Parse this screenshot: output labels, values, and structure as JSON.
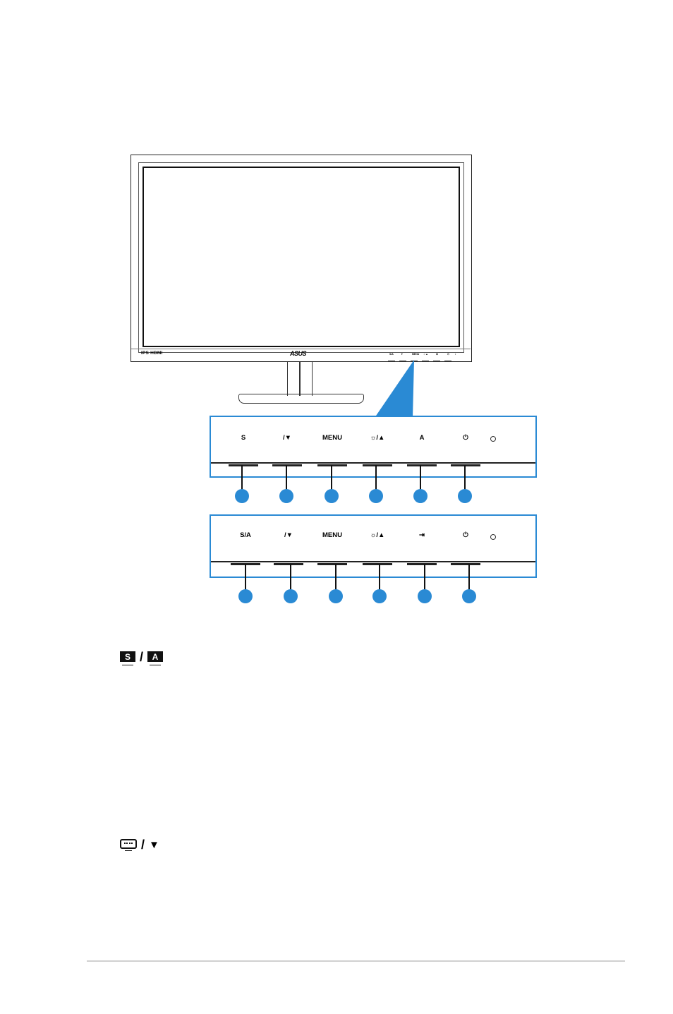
{
  "monitor": {
    "brand_left": "IPS HDMI",
    "logo": "ASUS",
    "tiny_buttons": [
      "S/A",
      "▼",
      "MENU",
      "☼▲",
      "⊕",
      "⏻",
      "•"
    ]
  },
  "panel_top": {
    "buttons": [
      "S",
      "/▼",
      "MENU",
      "☼/▲",
      "A",
      "⏻"
    ]
  },
  "panel_bottom": {
    "buttons": [
      "S/A",
      "/▼",
      "MENU",
      "☼/▲",
      "⇥",
      "⏻"
    ]
  },
  "legend": {
    "item1_s": "S",
    "item1_slash": "/",
    "item1_a": "A",
    "item2_slash": "/",
    "item2_down": "▼"
  },
  "colors": {
    "accent": "#2a8ad4"
  }
}
